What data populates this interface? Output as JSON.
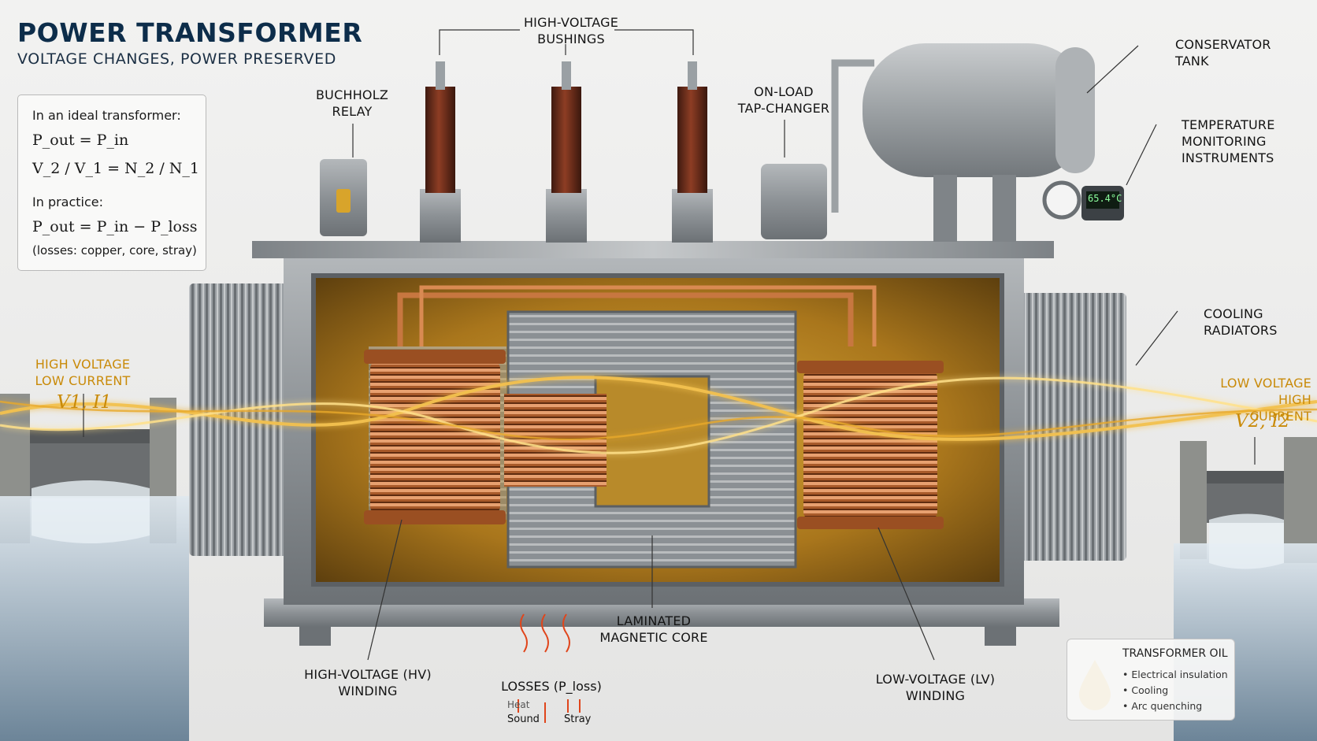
{
  "header": {
    "title": "POWER TRANSFORMER",
    "subtitle": "VOLTAGE CHANGES, POWER PRESERVED"
  },
  "equations": {
    "ideal_heading": "In an ideal transformer:",
    "eq1": "P_out = P_in",
    "eq2": "V_2 / V_1 = N_2 / N_1",
    "practice_heading": "In practice:",
    "eq3": "P_out = P_in − P_loss",
    "losses_note": "(losses: copper, core, stray)"
  },
  "labels": {
    "hv_bushings": [
      "HIGH-VOLTAGE",
      "BUSHINGS"
    ],
    "buchholz": [
      "BUCHHOLZ",
      "RELAY"
    ],
    "tap_changer": [
      "ON-LOAD",
      "TAP-CHANGER"
    ],
    "conservator": [
      "CONSERVATOR",
      "TANK"
    ],
    "temperature": [
      "TEMPERATURE",
      "MONITORING",
      "INSTRUMENTS"
    ],
    "cooling": [
      "COOLING",
      "RADIATORS"
    ],
    "hv_winding": [
      "HIGH-VOLTAGE (HV)",
      "WINDING"
    ],
    "lv_winding": [
      "LOW-VOLTAGE (LV)",
      "WINDING"
    ],
    "core": [
      "LAMINATED",
      "MAGNETIC CORE"
    ]
  },
  "input_side": {
    "line1": "HIGH VOLTAGE",
    "line2": "LOW CURRENT",
    "vars": "V1, I1"
  },
  "output_side": {
    "line1": "LOW VOLTAGE",
    "line2": "HIGH CURRENT",
    "vars": "V2, I2"
  },
  "losses": {
    "title": "LOSSES (P_loss)",
    "heat": "Heat",
    "sound": "Sound",
    "stray": "Stray"
  },
  "gauge_readout": "65.4°C",
  "oil_box": {
    "title": "TRANSFORMER OIL",
    "items": [
      "Electrical insulation",
      "Cooling",
      "Arc quenching"
    ]
  },
  "colors": {
    "title": "#0d2d4a",
    "energy_flow": "#f2c14e",
    "copper": "#b8642e",
    "oil": "#c9951e",
    "steel": "#8d9296",
    "loss_arrow": "#e0451b"
  }
}
